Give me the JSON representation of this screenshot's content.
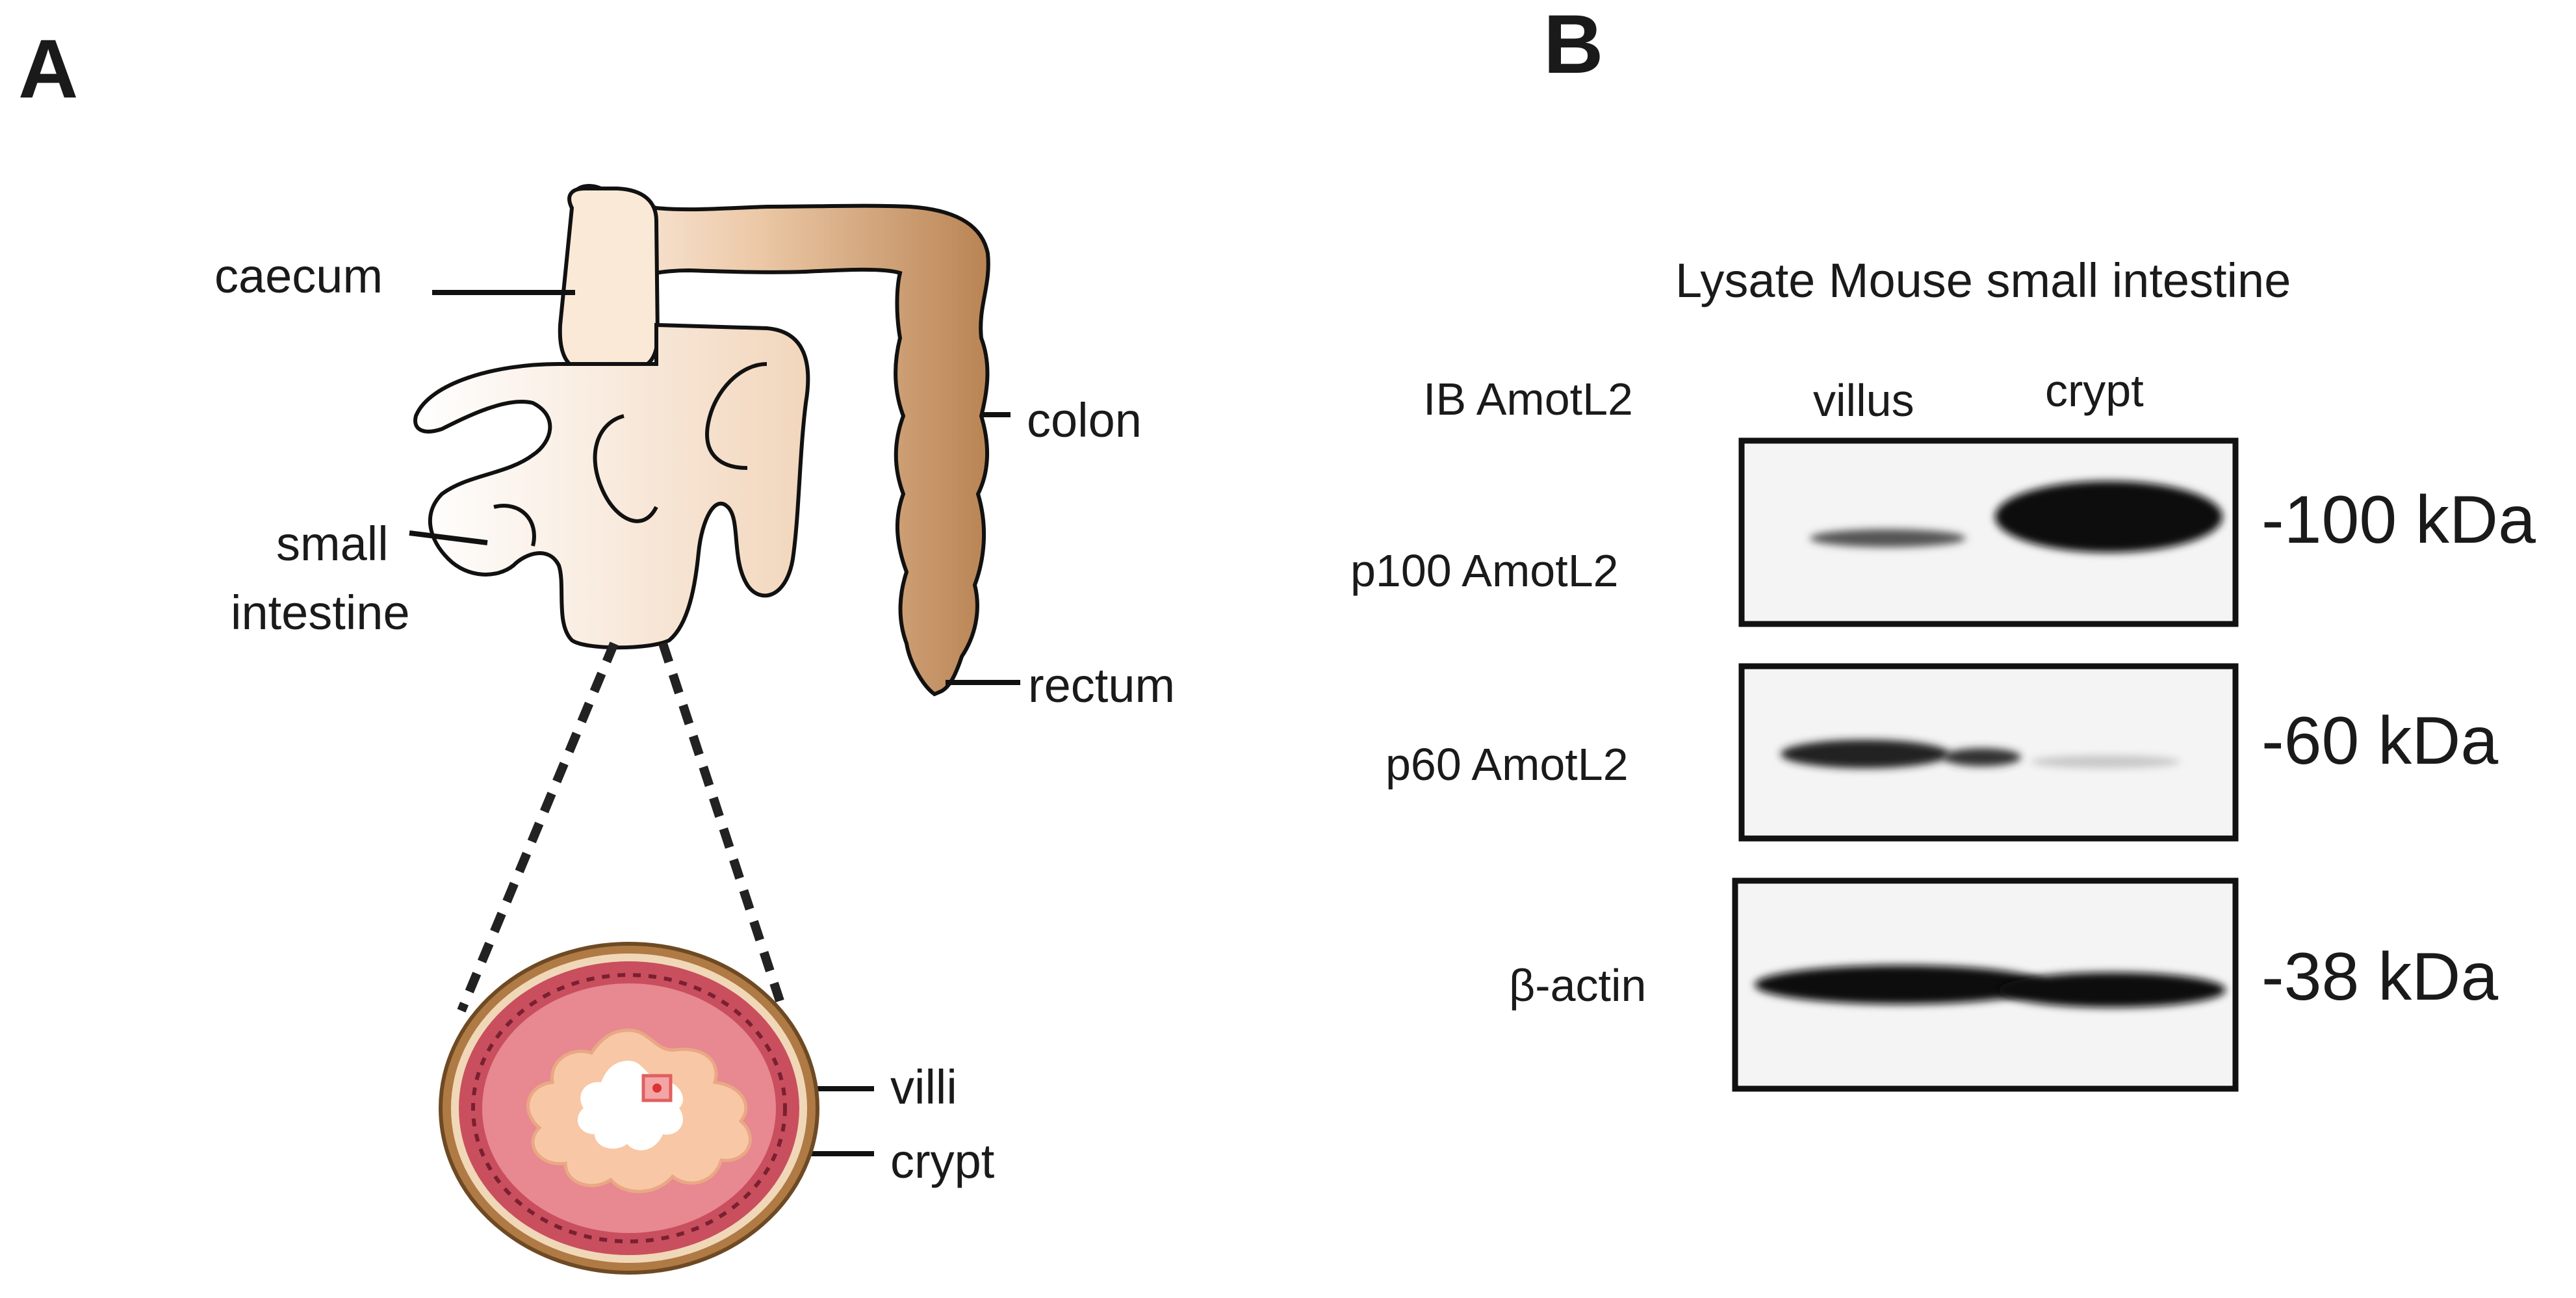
{
  "panel_a": {
    "letter": "A",
    "labels": {
      "caecum": "caecum",
      "colon": "colon",
      "small_line1": "small",
      "small_line2": "intestine",
      "rectum": "rectum",
      "villi": "villi",
      "crypt": "crypt"
    }
  },
  "panel_b": {
    "letter": "B",
    "title": "Lysate Mouse small intestine",
    "ib_label": "IB AmotL2",
    "lanes": [
      "villus",
      "crypt"
    ],
    "rows": [
      {
        "label": "p100 AmotL2",
        "marker": "-100 kDa"
      },
      {
        "label": "p60 AmotL2",
        "marker": "-60 kDa"
      },
      {
        "label": "β-actin",
        "marker": "-38 kDa"
      }
    ]
  },
  "colors": {
    "tissue_light": "#f6e2ce",
    "tissue_dark": "#c29266",
    "mucosa_pink": "#e07f86",
    "villi_peach": "#f6c7a3",
    "serosa_brown": "#a8743e",
    "band": "#111111"
  }
}
